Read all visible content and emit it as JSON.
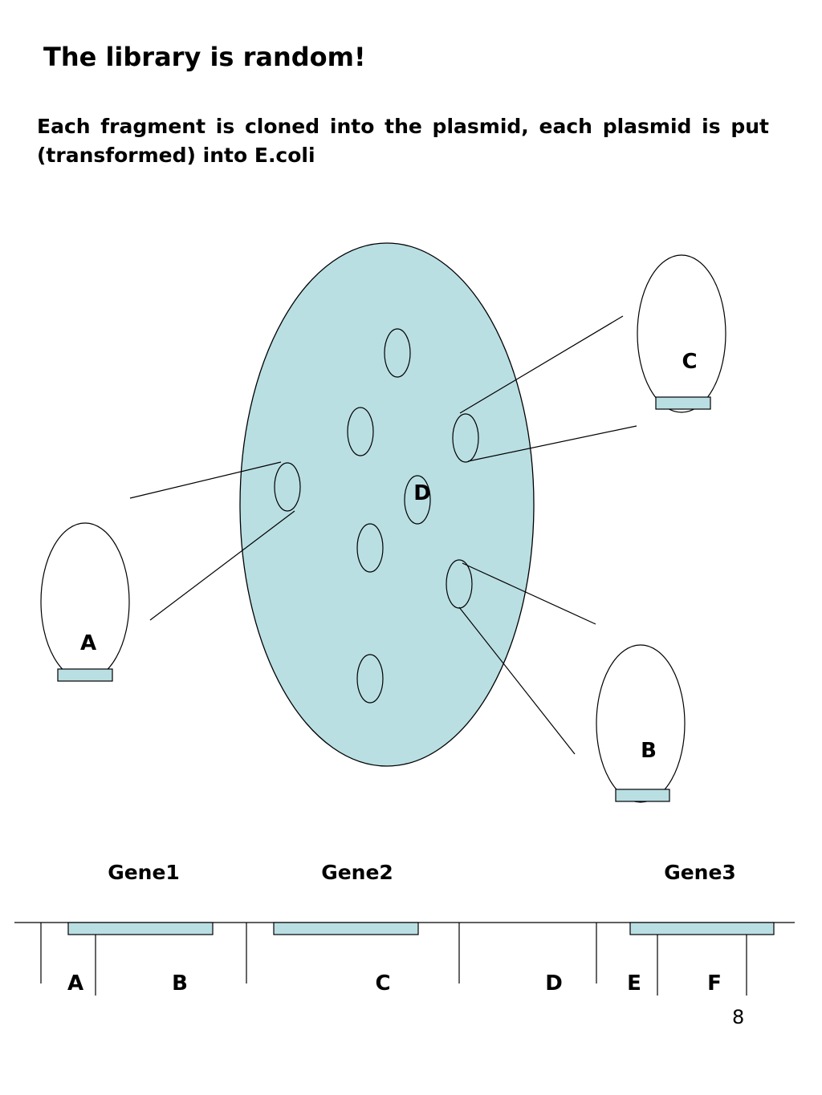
{
  "slide": {
    "title": "The library is random!",
    "subtitle": "Each fragment is cloned into the plasmid, each plasmid is put (transformed) into E.coli",
    "page_number": "8"
  },
  "plate": {
    "colony_labels": [
      "D"
    ]
  },
  "clones": [
    {
      "label": "A"
    },
    {
      "label": "B"
    },
    {
      "label": "C"
    }
  ],
  "genome": {
    "genes": [
      "Gene1",
      "Gene2",
      "Gene3"
    ],
    "fragments": [
      "A",
      "B",
      "C",
      "D",
      "E",
      "F"
    ]
  },
  "colors": {
    "plate_fill": "#b9dfe3",
    "gene_fill": "#b9dfe3",
    "line": "#000000"
  }
}
